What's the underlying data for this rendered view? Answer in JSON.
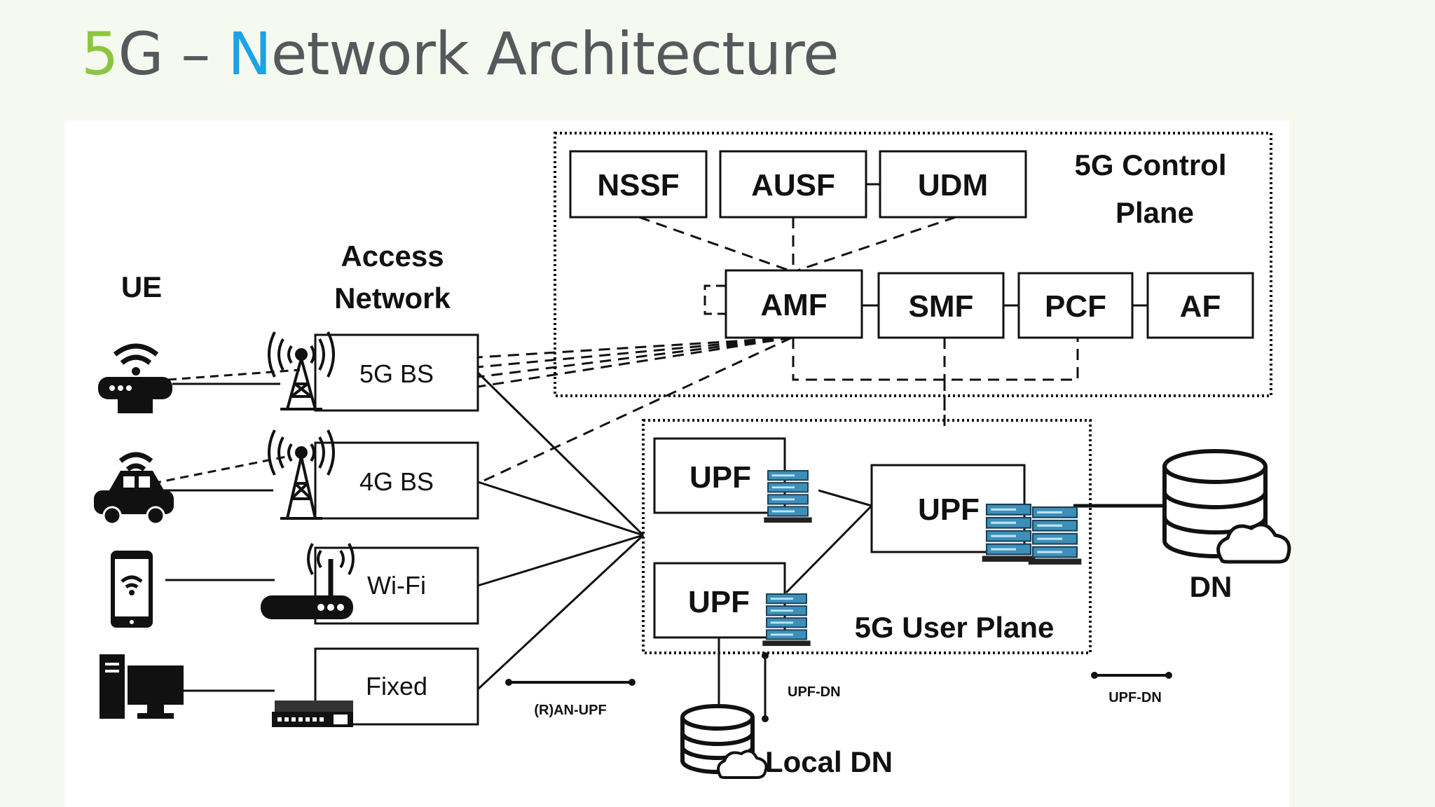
{
  "title": {
    "part1_accent": "5",
    "part2": "G – ",
    "part3_accent": "N",
    "part4": "etwork Architecture"
  },
  "colors": {
    "accent_green": "#8cc63f",
    "accent_blue": "#1aa3e8",
    "title_gray": "#55595c",
    "server_blue": "#3c8fb8"
  },
  "control_plane": {
    "label_line1": "5G Control",
    "label_line2": "Plane",
    "functions": [
      "NSSF",
      "AUSF",
      "UDM",
      "AMF",
      "SMF",
      "PCF",
      "AF"
    ]
  },
  "user_plane": {
    "label": "5G User Plane",
    "upf_top": "UPF",
    "upf_bottom": "UPF",
    "upf_main": "UPF"
  },
  "access_network": {
    "label_line1": "Access",
    "label_line2": "Network",
    "nodes": [
      "5G BS",
      "4G BS",
      "Wi-Fi",
      "Fixed"
    ]
  },
  "ue": {
    "label": "UE"
  },
  "data_networks": {
    "dn": "DN",
    "local_dn": "Local DN"
  },
  "legend": {
    "ran_upf": "(R)AN-UPF",
    "upf_dn_center": "UPF-DN",
    "upf_dn_right": "UPF-DN"
  },
  "icons": [
    "wifi-router-icon",
    "car-icon",
    "smartphone-icon",
    "desktop-computer-icon",
    "cell-tower-icon",
    "wifi-access-point-icon",
    "network-switch-icon",
    "server-rack-icon",
    "database-icon",
    "cloud-icon"
  ]
}
